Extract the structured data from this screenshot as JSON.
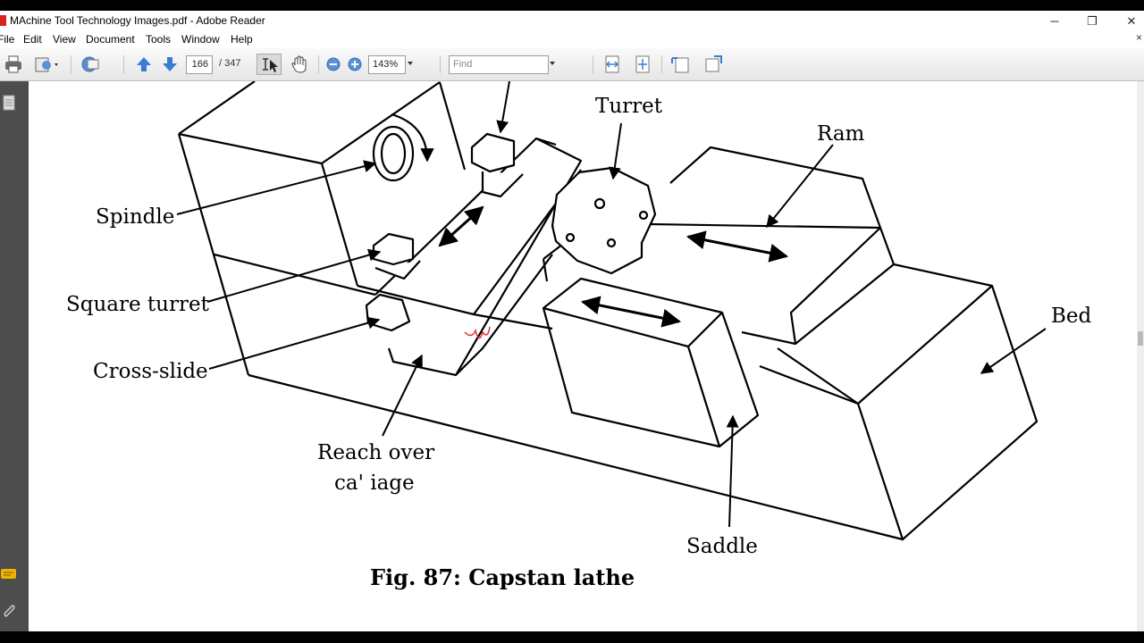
{
  "window": {
    "title": "MAchine Tool Technology Images.pdf - Adobe Reader",
    "minimize": "─",
    "restore": "❐",
    "close": "✕"
  },
  "menu": {
    "items": [
      "File",
      "Edit",
      "View",
      "Document",
      "Tools",
      "Window",
      "Help"
    ],
    "close_glyph": "×"
  },
  "toolbar": {
    "page_current": "166",
    "page_total": "/ 347",
    "zoom": "143%",
    "find_placeholder": "Find",
    "icons": [
      "print-icon",
      "save-icon",
      "share-icon",
      "previous-page-icon",
      "next-page-icon",
      "select-text-icon",
      "hand-tool-icon",
      "zoom-out-icon",
      "zoom-in-icon",
      "fit-width-icon",
      "fit-page-icon",
      "read-mode-icon",
      "full-screen-icon"
    ]
  },
  "figure": {
    "labels": {
      "turret": "Turret",
      "ram": "Ram",
      "spindle": "Spindle",
      "square_turret": "Square turret",
      "cross_slide": "Cross-slide",
      "bed": "Bed",
      "reach_over_line1": "Reach over",
      "reach_over_line2": "ca' iage",
      "saddle": "Saddle"
    },
    "caption": "Fig. 87: Capstan lathe"
  },
  "colors": {
    "toolbar_blue": "#3a7bd5",
    "annotation_red": "#e03030",
    "sidebar": "#4d4d4d"
  }
}
